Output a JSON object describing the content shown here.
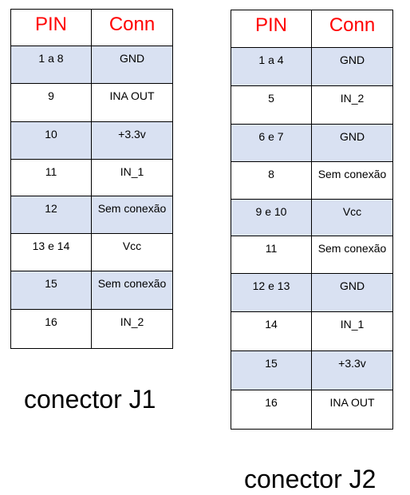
{
  "j1": {
    "header": {
      "pin": "PIN",
      "conn": "Conn"
    },
    "rows": [
      {
        "pin": "1 a 8",
        "conn": "GND"
      },
      {
        "pin": "9",
        "conn": "INA OUT"
      },
      {
        "pin": "10",
        "conn": "+3.3v"
      },
      {
        "pin": "11",
        "conn": "IN_1"
      },
      {
        "pin": "12",
        "conn": "Sem conexão"
      },
      {
        "pin": "13 e 14",
        "conn": "Vcc"
      },
      {
        "pin": "15",
        "conn": "Sem conexão"
      },
      {
        "pin": "16",
        "conn": "IN_2"
      }
    ],
    "caption": "conector J1"
  },
  "j2": {
    "header": {
      "pin": "PIN",
      "conn": "Conn"
    },
    "rows": [
      {
        "pin": "1 a 4",
        "conn": "GND"
      },
      {
        "pin": "5",
        "conn": "IN_2"
      },
      {
        "pin": "6 e 7",
        "conn": "GND"
      },
      {
        "pin": "8",
        "conn": "Sem conexão"
      },
      {
        "pin": "9 e 10",
        "conn": "Vcc"
      },
      {
        "pin": "11",
        "conn": "Sem conexão"
      },
      {
        "pin": "12 e 13",
        "conn": "GND"
      },
      {
        "pin": "14",
        "conn": "IN_1"
      },
      {
        "pin": "15",
        "conn": "+3.3v"
      },
      {
        "pin": "16",
        "conn": "INA OUT"
      }
    ],
    "caption": "conector J2"
  },
  "colors": {
    "header_text": "#ff0000",
    "shade_row": "#d9e1f2",
    "border": "#000000"
  }
}
